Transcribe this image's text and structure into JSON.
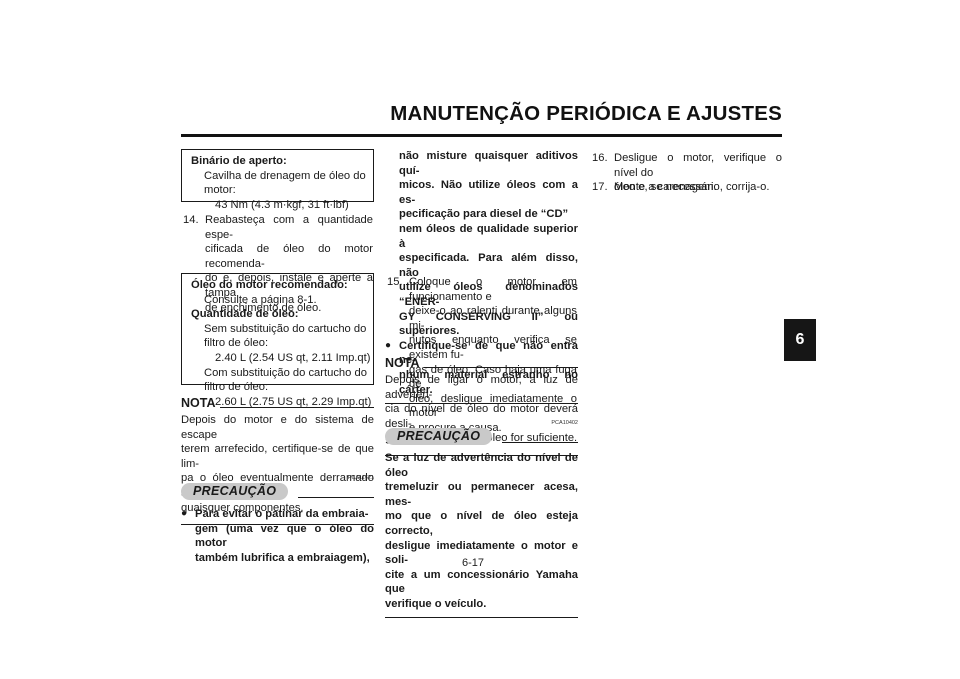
{
  "header": {
    "title": "MANUTENÇÃO PERIÓDICA E AJUSTES",
    "chapter_tab": "6",
    "page_number": "6-17"
  },
  "col1": {
    "torque_box": {
      "heading": "Binário de aperto:",
      "line1": "Cavilha de drenagem de óleo do",
      "line2": "motor:",
      "value": "43 Nm (4.3 m·kgf, 31 ft·lbf)"
    },
    "step14": {
      "num": "14.",
      "lines": [
        "Reabasteça com a quantidade espe-",
        "cificada de óleo do motor recomenda-",
        "do e, depois, instale e aperte a tampa",
        "de enchimento de óleo."
      ]
    },
    "oil_box": {
      "heading1": "Óleo do motor recomendado:",
      "ref": "Consulte a página 8-1.",
      "heading2": "Quantidade de óleo:",
      "without_a": "Sem substituição do cartucho do",
      "without_b": "filtro de óleo:",
      "without_value": "2.40 L (2.54 US qt, 2.11 Imp.qt)",
      "with_a": "Com substituição do cartucho do",
      "with_b": "filtro de óleo:",
      "with_value": "2.60 L (2.75 US qt, 2.29 Imp.qt)"
    },
    "nota": {
      "label": "NOTA",
      "lines": [
        "Depois do motor e do sistema de escape",
        "terem arrefecido, certifique-se de que lim-",
        "pa o óleo eventualmente derramado sobre",
        "quaisquer componentes."
      ]
    },
    "caution": {
      "code": "PCA11621",
      "label": "PRECAUÇÃO",
      "bullet1": [
        "Para evitar o patinar da embraia-",
        "gem (uma vez que o óleo do motor",
        "também lubrifica a embraiagem),"
      ]
    }
  },
  "col2": {
    "cont_lines": [
      "não misture quaisquer aditivos quí-",
      "micos. Não utilize óleos com a es-",
      "pecificação para diesel de “CD”",
      "nem óleos de qualidade superior à",
      "especificada. Para além disso, não",
      "utilize óleos denominados “ENER-",
      "GY CONSERVING II” ou superiores."
    ],
    "bullet2": [
      "Certifique-se de que não entra ne-",
      "nhum material estranho no cárter."
    ],
    "step15": {
      "num": "15.",
      "lines": [
        "Coloque o motor em funcionamento e",
        "deixe-o ao ralenti durante alguns mi-",
        "nutos enquanto verifica se existem fu-",
        "gas de óleo. Caso haja uma fuga de",
        "óleo, desligue imediatamente o motor",
        "e procure a causa."
      ]
    },
    "nota": {
      "label": "NOTA",
      "lines": [
        "Depois de ligar o motor, a luz de advertên-",
        "cia do nível de óleo do motor deverá desli-",
        "gar-se se o nível de óleo for suficiente."
      ]
    },
    "caution": {
      "code": "PCA10402",
      "label": "PRECAUÇÃO",
      "lines": [
        "Se a luz de advertência do nível de óleo",
        "tremeluzir ou permanecer acesa, mes-",
        "mo que o nível de óleo esteja correcto,",
        "desligue imediatamente o motor e soli-",
        "cite a um concessionário Yamaha que",
        "verifique o veículo."
      ]
    }
  },
  "col3": {
    "step16": {
      "num": "16.",
      "lines": [
        "Desligue o motor, verifique o nível do",
        "óleo e, se necessário, corrija-o."
      ]
    },
    "step17": {
      "num": "17.",
      "lines": [
        "Monte a carenagem."
      ]
    }
  }
}
